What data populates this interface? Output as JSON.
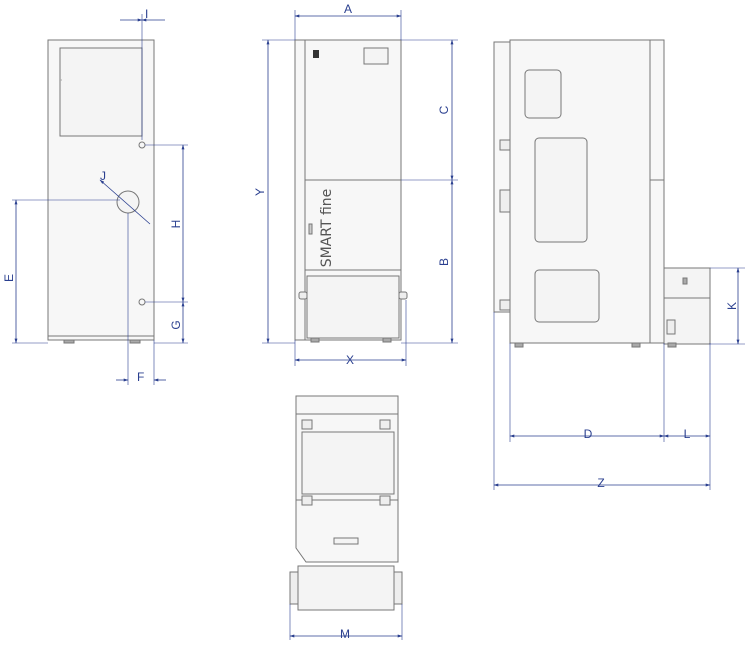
{
  "colors": {
    "dimension": "#2a3f8f",
    "outline": "#777777",
    "panel": "#f4f4f4"
  },
  "views": {
    "side_left": {
      "dimensions": {
        "top": "I",
        "hole": "J",
        "height_total": "E",
        "hole_span": "H",
        "bottom": "G",
        "base": "F"
      }
    },
    "front": {
      "brand": "",
      "model": "SMART fine",
      "dimensions": {
        "width": "A",
        "height": "Y",
        "upper": "C",
        "lower": "B",
        "bottom_width": "X"
      }
    },
    "side_right": {
      "dimensions": {
        "depth": "D",
        "extension": "L",
        "total_depth": "Z",
        "drawer_height": "K"
      }
    },
    "top": {
      "dimensions": {
        "width": "M"
      }
    }
  }
}
